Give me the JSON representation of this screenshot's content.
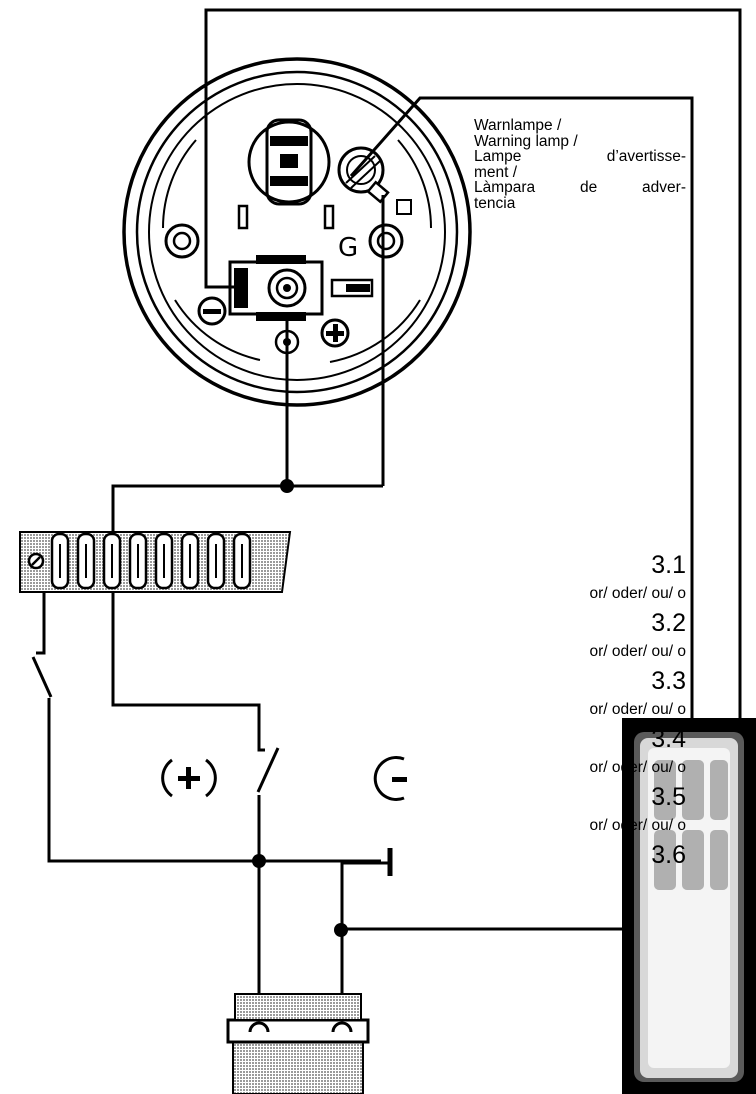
{
  "warning_lamp": {
    "lines": [
      "Warnlampe /",
      "Warning lamp /",
      "Lampe d’avertisse-",
      "ment /",
      "Làmpara de adver-",
      "tencia"
    ]
  },
  "gauge": {
    "g_label": "G",
    "minus_symbol": "−",
    "plus_symbol": "+"
  },
  "battery": {
    "plus_symbol": "+",
    "minus_symbol": "−"
  },
  "options": {
    "items": [
      {
        "number": "3.1",
        "separator": "or/ oder/ ou/ o"
      },
      {
        "number": "3.2",
        "separator": "or/ oder/ ou/ o"
      },
      {
        "number": "3.3",
        "separator": "or/ oder/ ou/ o"
      },
      {
        "number": "3.4",
        "separator": "or/ oder/ ou/ o"
      },
      {
        "number": "3.5",
        "separator": "or/ oder/ ou/ o"
      },
      {
        "number": "3.6",
        "separator": ""
      }
    ]
  },
  "colors": {
    "line": "#000000",
    "hatch": "#b8b8b8",
    "background": "#ffffff"
  },
  "icons": [
    "wiring-wire",
    "gauge-back-view",
    "warning-lamp-bulb",
    "fuse-block",
    "switch",
    "battery",
    "connector-plug"
  ]
}
